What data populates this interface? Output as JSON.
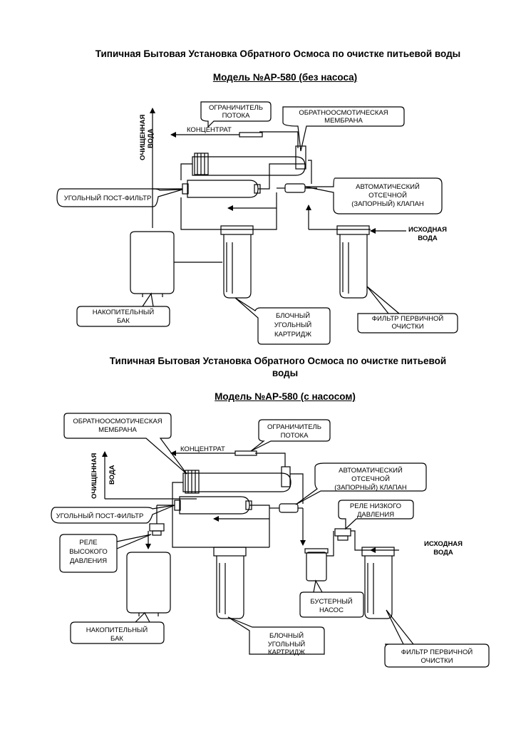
{
  "diagram1": {
    "title": "Типичная Бытовая Установка Обратного Осмоса по очистке питьевой воды",
    "model": "Модель №АР-580 (без насоса)",
    "labels": {
      "flow_restrictor": [
        "ОГРАНИЧИТЕЛЬ",
        "ПОТОКА"
      ],
      "concentrate": "КОНЦЕНТРАТ",
      "membrane": [
        "ОБРАТНООСМОТИЧЕСКАЯ",
        "МЕМБРАНА"
      ],
      "purified_water": [
        "ОЧИЩЕННАЯ",
        "ВОДА"
      ],
      "carbon_postfilter": "УГОЛЬНЫЙ ПОСТ-ФИЛЬТР",
      "shutoff_valve": [
        "АВТОМАТИЧЕСКИЙ",
        "ОТСЕЧНОЙ",
        "(ЗАПОРНЫЙ) КЛАПАН"
      ],
      "source_water": [
        "ИСХОДНАЯ",
        "ВОДА"
      ],
      "storage_tank": [
        "НАКОПИТЕЛЬНЫЙ",
        "БАК"
      ],
      "carbon_block": [
        "БЛОЧНЫЙ",
        "УГОЛЬНЫЙ",
        "КАРТРИДЖ"
      ],
      "prefilter": [
        "ФИЛЬТР ПЕРВИЧНОЙ",
        "ОЧИСТКИ"
      ]
    }
  },
  "diagram2": {
    "title_line1": "Типичная Бытовая Установка Обратного Осмоса по очистке питьевой",
    "title_line2": "воды",
    "model": "Модель №АР-580 (с насосом)",
    "labels": {
      "membrane": [
        "ОБРАТНООСМОТИЧЕСКАЯ",
        "МЕМБРАНА"
      ],
      "flow_restrictor": [
        "ОГРАНИЧИТЕЛЬ",
        "ПОТОКА"
      ],
      "concentrate": "КОНЦЕНТРАТ",
      "purified_water": [
        "ОЧИЩЕННАЯ",
        "ВОДА"
      ],
      "shutoff_valve": [
        "АВТОМАТИЧЕСКИЙ",
        "ОТСЕЧНОЙ",
        "(ЗАПОРНЫЙ) КЛАПАН"
      ],
      "low_pressure_relay": [
        "РЕЛЕ НИЗКОГО",
        "ДАВЛЕНИЯ"
      ],
      "carbon_postfilter": "УГОЛЬНЫЙ ПОСТ-ФИЛЬТР",
      "high_pressure_relay": [
        "РЕЛЕ",
        "ВЫСОКОГО",
        "ДАВЛЕНИЯ"
      ],
      "source_water": [
        "ИСХОДНАЯ",
        "ВОДА"
      ],
      "booster_pump": [
        "БУСТЕРНЫЙ",
        "НАСОС"
      ],
      "storage_tank": [
        "НАКОПИТЕЛЬНЫЙ",
        "БАК"
      ],
      "carbon_block": [
        "БЛОЧНЫЙ",
        "УГОЛЬНЫЙ",
        "КАРТРИДЖ"
      ],
      "prefilter": [
        "ФИЛЬТР ПЕРВИЧНОЙ",
        "ОЧИСТКИ"
      ]
    }
  }
}
